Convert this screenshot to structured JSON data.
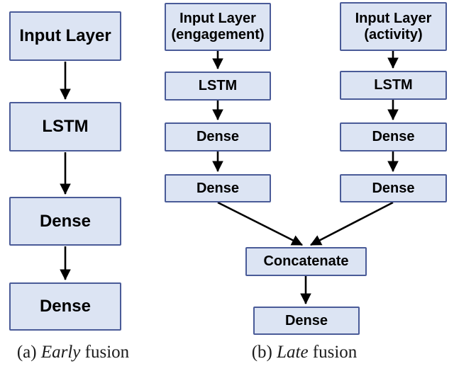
{
  "colors": {
    "background": "#ffffff",
    "box_fill": "#dce4f3",
    "box_border": "#4a5b98",
    "arrow": "#000000",
    "text": "#000000"
  },
  "early": {
    "nodes": [
      "Input Layer",
      "LSTM",
      "Dense",
      "Dense"
    ],
    "caption": {
      "prefix": "(a)",
      "italic": "Early",
      "rest": "fusion"
    }
  },
  "late": {
    "engagement_branch": {
      "input_line1": "Input Layer",
      "input_line2": "(engagement)",
      "nodes": [
        "LSTM",
        "Dense",
        "Dense"
      ]
    },
    "activity_branch": {
      "input_line1": "Input Layer",
      "input_line2": "(activity)",
      "nodes": [
        "LSTM",
        "Dense",
        "Dense"
      ]
    },
    "merge_nodes": [
      "Concatenate",
      "Dense"
    ],
    "caption": {
      "prefix": "(b)",
      "italic": "Late",
      "rest": "fusion"
    }
  }
}
